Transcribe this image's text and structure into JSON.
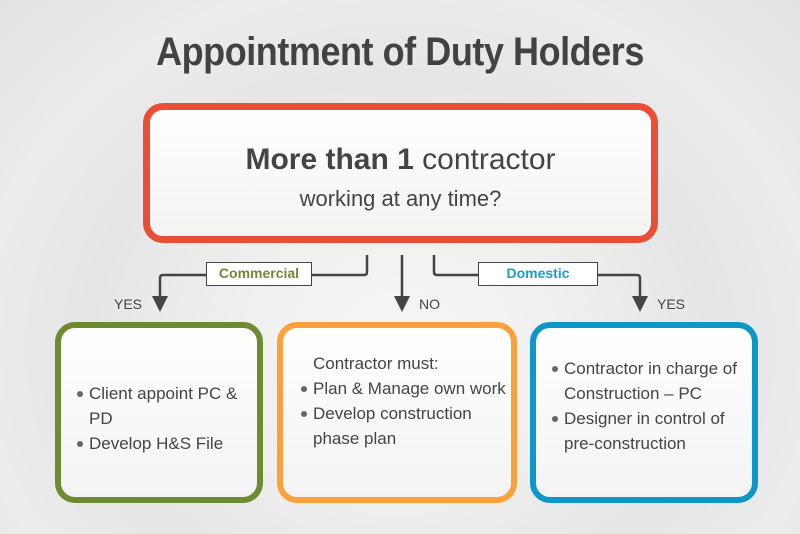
{
  "title": "Appointment of Duty Holders",
  "question": {
    "bold": "More than 1",
    "rest": "contractor",
    "line2": "working at any time?",
    "border_color": "#e94e37"
  },
  "branches": {
    "commercial": {
      "tag": "Commercial",
      "answer": "YES",
      "color": "#6e8b32"
    },
    "no": {
      "answer": "NO"
    },
    "domestic": {
      "tag": "Domestic",
      "answer": "YES",
      "color": "#1a9bc9"
    }
  },
  "boxes": {
    "commercial": {
      "border_color": "#6e8b32",
      "items": [
        "Client appoint PC & PD",
        "Develop H&S File"
      ]
    },
    "no": {
      "border_color": "#f9a13a",
      "heading": "Contractor must:",
      "items": [
        "Plan & Manage own work",
        "Develop construction phase plan"
      ]
    },
    "domestic": {
      "border_color": "#0d97c8",
      "items": [
        "Contractor in charge of Construction – PC",
        "Designer in control of pre-construction"
      ]
    }
  }
}
